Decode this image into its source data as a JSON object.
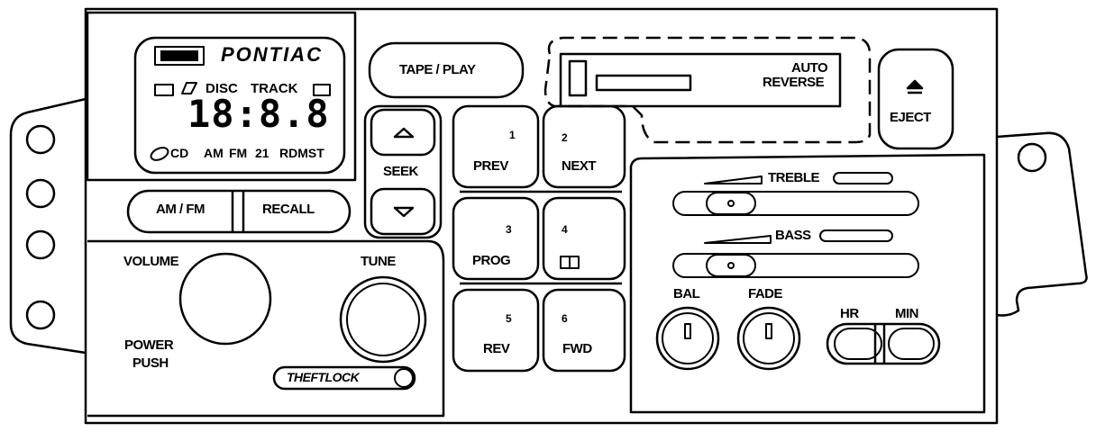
{
  "display": {
    "brand": "PONTIAC",
    "top_row": [
      "DISC",
      "TRACK"
    ],
    "digits": "18:8.8",
    "bottom_row": [
      "CD",
      "AM",
      "FM",
      "21",
      "RDMST"
    ]
  },
  "buttons": {
    "tape_play": "TAPE / PLAY",
    "auto_reverse": [
      "AUTO",
      "REVERSE"
    ],
    "eject": "EJECT",
    "seek": "SEEK",
    "am_fm": "AM / FM",
    "recall": "RECALL",
    "presets": [
      {
        "number": "1",
        "label": "PREV"
      },
      {
        "number": "2",
        "label": "NEXT"
      },
      {
        "number": "3",
        "label": "PROG"
      },
      {
        "number": "4",
        "label": ""
      },
      {
        "number": "5",
        "label": "REV"
      },
      {
        "number": "6",
        "label": "FWD"
      }
    ]
  },
  "knobs": {
    "volume": "VOLUME",
    "power_push": [
      "POWER",
      "PUSH"
    ],
    "tune": "TUNE",
    "theftlock": "THEFTLOCK"
  },
  "tone": {
    "treble": "TREBLE",
    "bass": "BASS",
    "bal": "BAL",
    "fade": "FADE",
    "hr": "HR",
    "min": "MIN"
  },
  "icons": [
    "eject-icon",
    "seek-up-icon",
    "seek-down-icon",
    "pause-icon",
    "cd-disc-icon"
  ]
}
